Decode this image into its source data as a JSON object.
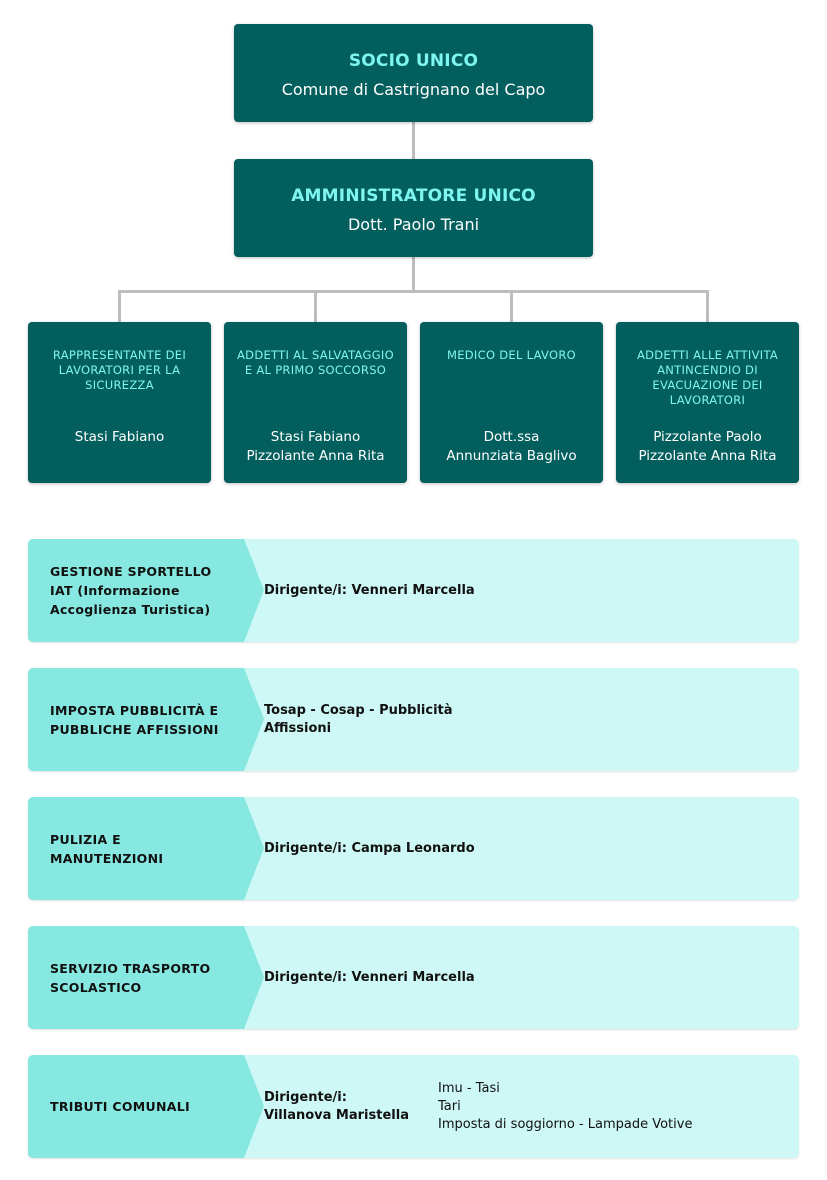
{
  "top": {
    "socio_title": "SOCIO UNICO",
    "socio_name": "Comune di Castrignano del Capo",
    "admin_title": "AMMINISTRATORE UNICO",
    "admin_name": "Dott. Paolo Trani"
  },
  "roles": [
    {
      "title": "RAPPRESENTANTE DEI LAVORATORI PER LA SICUREZZA",
      "names": [
        "Stasi Fabiano"
      ]
    },
    {
      "title": "ADDETTI AL SALVATAGGIO E AL PRIMO SOCCORSO",
      "names": [
        "Stasi Fabiano",
        "Pizzolante Anna Rita"
      ]
    },
    {
      "title": "MEDICO DEL LAVORO",
      "names": [
        "Dott.ssa",
        "Annunziata Baglivo"
      ]
    },
    {
      "title": "ADDETTI ALLE ATTIVITA ANTINCENDIO DI EVACUAZIONE DEI LAVORATORI",
      "names": [
        "Pizzolante Paolo",
        "Pizzolante Anna Rita"
      ]
    }
  ],
  "services": [
    {
      "name_lines": [
        "GESTIONE SPORTELLO",
        "IAT (Informazione",
        "Accoglienza Turistica)"
      ],
      "detail_lines": [
        "Dirigente/i: Venneri Marcella"
      ]
    },
    {
      "name_lines": [
        "IMPOSTA PUBBLICITÀ E",
        "PUBBLICHE AFFISSIONI"
      ],
      "detail_lines": [
        "Tosap - Cosap - Pubblicità",
        "Affissioni"
      ]
    },
    {
      "name_lines": [
        "PULIZIA E",
        "MANUTENZIONI"
      ],
      "detail_lines": [
        "Dirigente/i: Campa Leonardo"
      ]
    },
    {
      "name_lines": [
        "SERVIZIO TRASPORTO",
        "SCOLASTICO"
      ],
      "detail_lines": [
        "Dirigente/i: Venneri Marcella"
      ]
    },
    {
      "name_lines": [
        "TRIBUTI COMUNALI"
      ],
      "detail_lines": [
        "Dirigente/i:",
        "Villanova Maristella"
      ],
      "extra_lines": [
        "Imu - Tasi",
        "Tari",
        "Imposta di soggiorno - Lampade Votive"
      ]
    }
  ],
  "colors": {
    "box_bg": "#035f5d",
    "box_title": "#7ff5f0",
    "row_bg": "#cdf8f5",
    "row_head_bg": "#86e8e0",
    "connector": "#bdbdbd"
  }
}
